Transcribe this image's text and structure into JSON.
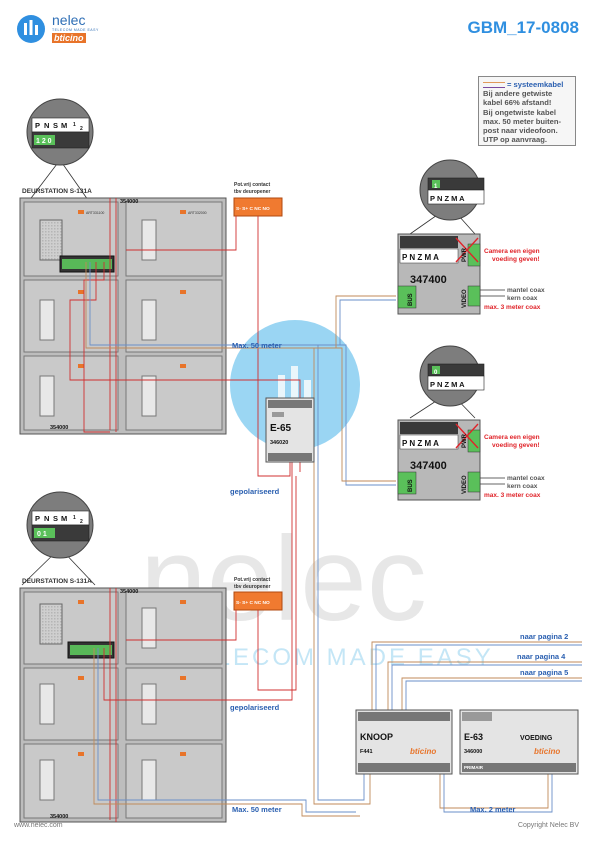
{
  "header": {
    "logo_name": "nelec",
    "logo_tagline": "TELECOM MADE EASY",
    "logo_brand": "bticino",
    "doc_id": "GBM_17-0808"
  },
  "legend": {
    "line1": "= systeemkabel",
    "line2": "Bij andere getwiste",
    "line3": "kabel 66% afstand!",
    "line4": "Bij ongetwiste kabel",
    "line5": "max. 50 meter buiten-",
    "line6": "post naar videofoon.",
    "line7": "UTP op aanvraag."
  },
  "station_top": {
    "title": "DEURSTATION S-131A",
    "connector_labels": [
      "P",
      "N",
      "S",
      "M",
      "1",
      "2"
    ],
    "dip_value": "1 2 0",
    "contact_label_1": "Pot.vrij contact",
    "contact_label_2": "tbv deuropener",
    "contact_terminals": "S- S+ C NC NO",
    "module_code_top": "354000",
    "module_code_bottom": "354000",
    "art_main": "ART331100",
    "art_blank": "ART332000",
    "distance": "Max. 50 meter"
  },
  "station_bottom": {
    "title": "DEURSTATION S-131A",
    "connector_labels": [
      "P",
      "N",
      "S",
      "M",
      "1",
      "2"
    ],
    "dip_value": "0 1",
    "contact_label_1": "Pot.vrij contact",
    "contact_label_2": "tbv deuropener",
    "contact_terminals": "S- S+ C NC NO",
    "module_code_top": "354000",
    "module_code_bottom": "354000",
    "distance": "Max. 50 meter"
  },
  "center_module": {
    "name": "E-65",
    "code": "346020",
    "polarized_1": "gepolariseerd",
    "polarized_2": "gepolariseerd"
  },
  "monitor_top": {
    "dip_value": "1",
    "terminals": "P N Z M A",
    "model": "347400",
    "pwr": "PWR",
    "video": "VIDEO",
    "bus": "BUS",
    "warning_1": "Camera een eigen",
    "warning_2": "voeding geven!",
    "coax_1": "mantel coax",
    "coax_2": "kern coax",
    "coax_3": "max. 3 meter coax"
  },
  "monitor_bottom": {
    "dip_value": "0",
    "terminals": "P N Z M A",
    "model": "347400",
    "pwr": "PWR",
    "video": "VIDEO",
    "bus": "BUS",
    "warning_1": "Camera een eigen",
    "warning_2": "voeding geven!",
    "coax_1": "mantel coax",
    "coax_2": "kern coax",
    "coax_3": "max. 3 meter coax"
  },
  "links": {
    "page2": "naar pagina 2",
    "page4": "naar pagina 4",
    "page5": "naar pagina 5"
  },
  "switch_module": {
    "name": "KNOOP",
    "code": "F441",
    "brand": "bticino"
  },
  "power_module": {
    "name": "E-63",
    "subtitle": "VOEDING",
    "code": "346000",
    "brand": "bticino",
    "primair": "PRIMAIR",
    "distance": "Max. 2 meter"
  },
  "watermark": {
    "word": "nelec",
    "tagline": "TELECOM MADE EASY"
  },
  "footer": {
    "left": "www.nelec.com",
    "right": "Copyright Nelec BV"
  },
  "colors": {
    "accent": "#2f8fe0",
    "warning": "#e0242a",
    "cable_blue": "#2a5fb0"
  }
}
